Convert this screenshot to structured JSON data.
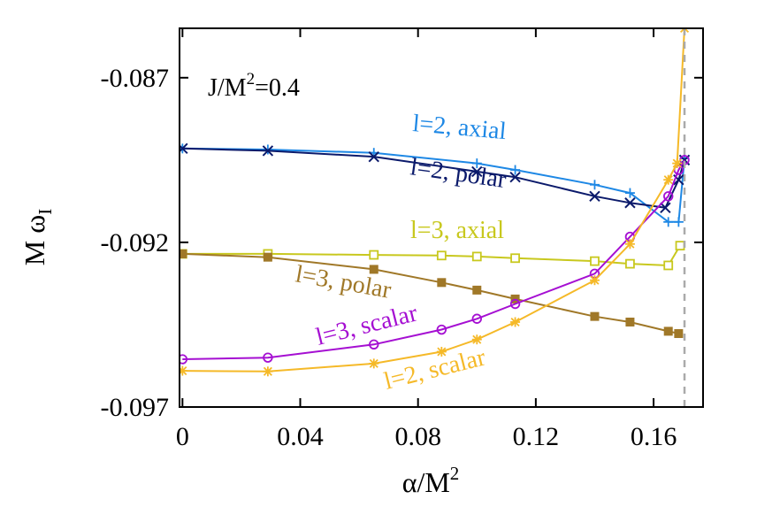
{
  "chart_data": {
    "type": "line",
    "xlabel_main": "α/M",
    "xlabel_sup": "2",
    "ylabel_main": "M ω",
    "ylabel_sub": "I",
    "xlim": [
      -0.001,
      0.1768
    ],
    "ylim": [
      -0.097,
      -0.0855
    ],
    "xticks": [
      0,
      0.04,
      0.08,
      0.12,
      0.16
    ],
    "xtick_labels": [
      "0",
      "0.04",
      "0.08",
      "0.12",
      "0.16"
    ],
    "yticks": [
      -0.087,
      -0.092,
      -0.097
    ],
    "ytick_labels": [
      "-0.087",
      "-0.092",
      "-0.097"
    ],
    "annotation_main": "J/M",
    "annotation_sup": "2",
    "annotation_rest": "=0.4",
    "vline_x": 0.1705,
    "grid": false,
    "series": [
      {
        "name": "l=2, axial",
        "color": "#1e88e5",
        "marker": "plus",
        "points": [
          [
            0,
            -0.08915
          ],
          [
            0.029,
            -0.08918
          ],
          [
            0.065,
            -0.08928
          ],
          [
            0.1,
            -0.0896
          ],
          [
            0.113,
            -0.0898
          ],
          [
            0.14,
            -0.09025
          ],
          [
            0.152,
            -0.0905
          ],
          [
            0.165,
            -0.09138
          ],
          [
            0.1685,
            -0.09138
          ],
          [
            0.1705,
            -0.08945
          ]
        ]
      },
      {
        "name": "l=2, polar",
        "color": "#0b1a6b",
        "marker": "x",
        "points": [
          [
            0,
            -0.08915
          ],
          [
            0.029,
            -0.08922
          ],
          [
            0.065,
            -0.0894
          ],
          [
            0.1,
            -0.08985
          ],
          [
            0.113,
            -0.09002
          ],
          [
            0.14,
            -0.0906
          ],
          [
            0.152,
            -0.0908
          ],
          [
            0.164,
            -0.09095
          ],
          [
            0.1685,
            -0.0901
          ],
          [
            0.1705,
            -0.0895
          ]
        ]
      },
      {
        "name": "l=3, axial",
        "color": "#c8c81e",
        "marker": "square-open",
        "points": [
          [
            0,
            -0.09235
          ],
          [
            0.029,
            -0.09235
          ],
          [
            0.065,
            -0.09238
          ],
          [
            0.088,
            -0.0924
          ],
          [
            0.1,
            -0.09243
          ],
          [
            0.113,
            -0.09248
          ],
          [
            0.14,
            -0.09257
          ],
          [
            0.152,
            -0.09265
          ],
          [
            0.165,
            -0.0927
          ],
          [
            0.169,
            -0.0921
          ]
        ]
      },
      {
        "name": "l=3, polar",
        "color": "#a07828",
        "marker": "square-filled",
        "points": [
          [
            0,
            -0.09235
          ],
          [
            0.029,
            -0.09245
          ],
          [
            0.065,
            -0.09282
          ],
          [
            0.088,
            -0.09322
          ],
          [
            0.1,
            -0.09345
          ],
          [
            0.113,
            -0.09372
          ],
          [
            0.14,
            -0.09425
          ],
          [
            0.152,
            -0.09442
          ],
          [
            0.165,
            -0.0947
          ],
          [
            0.1685,
            -0.09477
          ]
        ]
      },
      {
        "name": "l=3, scalar",
        "color": "#a50fd2",
        "marker": "circle-open",
        "points": [
          [
            0,
            -0.09555
          ],
          [
            0.029,
            -0.0955
          ],
          [
            0.065,
            -0.0951
          ],
          [
            0.088,
            -0.09465
          ],
          [
            0.1,
            -0.09432
          ],
          [
            0.113,
            -0.09387
          ],
          [
            0.14,
            -0.09295
          ],
          [
            0.152,
            -0.09183
          ],
          [
            0.165,
            -0.0906
          ],
          [
            0.1685,
            -0.0898
          ],
          [
            0.1705,
            -0.0895
          ]
        ]
      },
      {
        "name": "l=2, scalar",
        "color": "#f5b928",
        "marker": "star",
        "points": [
          [
            0,
            -0.0959
          ],
          [
            0.029,
            -0.09592
          ],
          [
            0.065,
            -0.09568
          ],
          [
            0.088,
            -0.09532
          ],
          [
            0.1,
            -0.09495
          ],
          [
            0.113,
            -0.09442
          ],
          [
            0.14,
            -0.09315
          ],
          [
            0.152,
            -0.09205
          ],
          [
            0.165,
            -0.0901
          ],
          [
            0.168,
            -0.0896
          ],
          [
            0.1705,
            -0.0855
          ]
        ]
      }
    ]
  }
}
